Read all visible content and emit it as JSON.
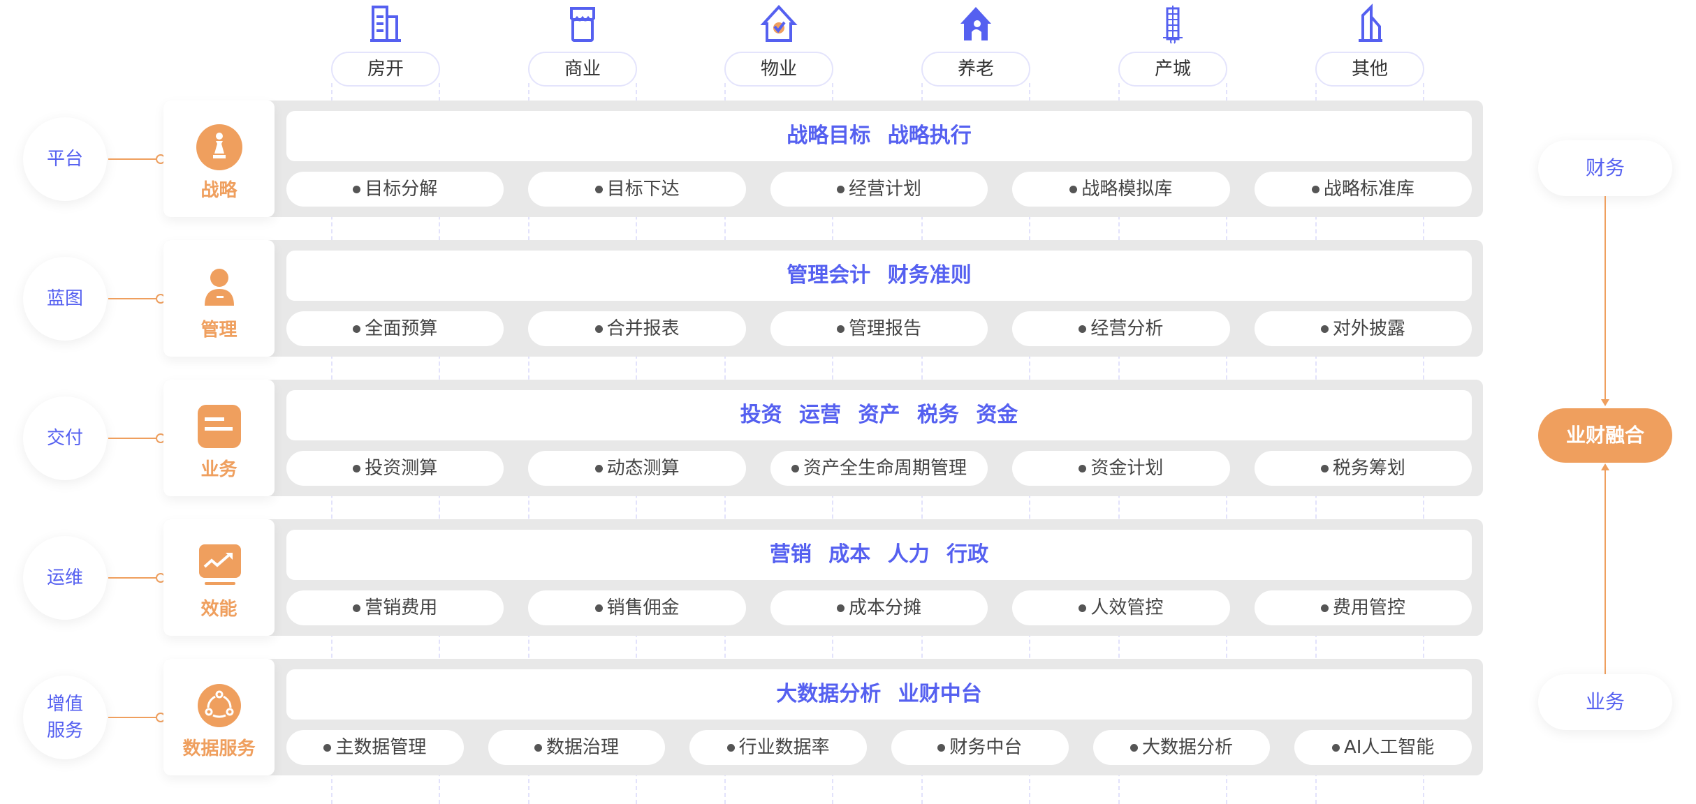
{
  "sectors": [
    {
      "label": "房开",
      "icon": "office-building-icon"
    },
    {
      "label": "商业",
      "icon": "storefront-icon"
    },
    {
      "label": "物业",
      "icon": "house-check-icon"
    },
    {
      "label": "养老",
      "icon": "elderly-home-icon"
    },
    {
      "label": "产城",
      "icon": "city-tower-icon"
    },
    {
      "label": "其他",
      "icon": "building-outline-icon"
    }
  ],
  "layers": [
    {
      "side": "平台",
      "card": "战略",
      "icon": "chess-pawn-icon",
      "title": "战略目标 战略执行",
      "items": [
        "目标分解",
        "目标下达",
        "经营计划",
        "战略模拟库",
        "战略标准库"
      ]
    },
    {
      "side": "蓝图",
      "card": "管理",
      "icon": "user-icon",
      "title": "管理会计  财务准则",
      "items": [
        "全面预算",
        "合并报表",
        "管理报告",
        "经营分析",
        "对外披露"
      ]
    },
    {
      "side": "交付",
      "card": "业务",
      "icon": "list-icon",
      "title": "投资  运营  资产  税务  资金",
      "items": [
        "投资测算",
        "动态测算",
        "资产全生命周期管理",
        "资金计划",
        "税务筹划"
      ]
    },
    {
      "side": "运维",
      "card": "效能",
      "icon": "trend-chart-icon",
      "title": "营销  成本  人力  行政",
      "items": [
        "营销费用",
        "销售佣金",
        "成本分摊",
        "人效管控",
        "费用管控"
      ]
    },
    {
      "side": "增值服务",
      "card": "数据服务",
      "icon": "data-cycle-icon",
      "title": "大数据分析  业财中台",
      "items": [
        "主数据管理",
        "数据治理",
        "行业数据率",
        "财务中台",
        "大数据分析",
        "AI人工智能"
      ]
    }
  ],
  "right": {
    "top": "财务",
    "center": "业财融合",
    "bottom": "业务"
  },
  "colors": {
    "accent_blue": "#5560f0",
    "accent_orange": "#ef9f5e",
    "row_bg": "#e8e8e8"
  }
}
